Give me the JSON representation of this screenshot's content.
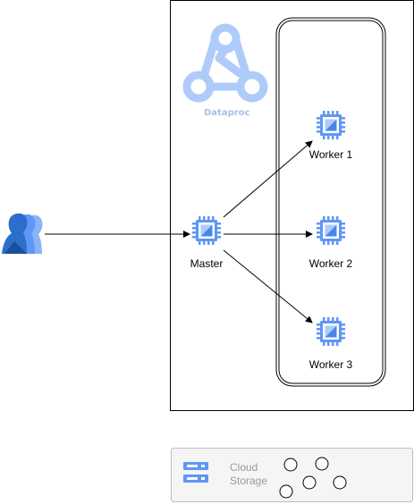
{
  "diagram": {
    "product": {
      "name": "Dataproc"
    },
    "nodes": {
      "master": {
        "label": "Master"
      },
      "workers": [
        {
          "label": "Worker 1"
        },
        {
          "label": "Worker 2"
        },
        {
          "label": "Worker 3"
        }
      ]
    },
    "storage": {
      "line1": "Cloud",
      "line2": "Storage"
    },
    "colors": {
      "chip_blue": "#4a86e8",
      "chip_light": "#aecbfa",
      "users_blue": "#2c6ecb",
      "storage_border": "#bdbdbd",
      "storage_fill": "#f5f5f5"
    },
    "icons": [
      "dataproc-logo-icon",
      "chip-icon",
      "users-icon",
      "storage-server-icon",
      "bucket-circles-icon"
    ]
  }
}
